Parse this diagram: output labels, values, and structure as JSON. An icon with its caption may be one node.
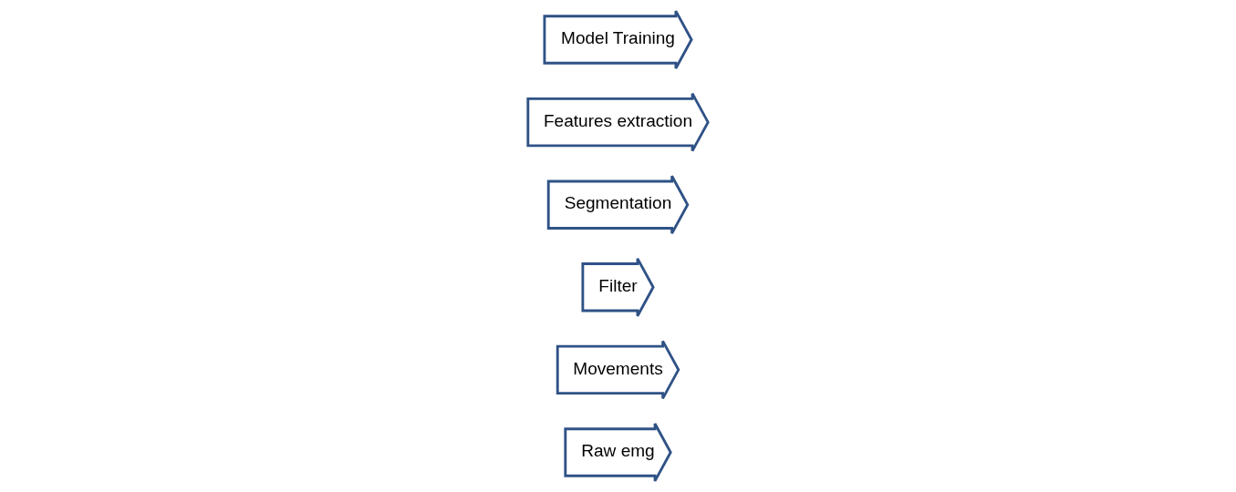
{
  "diagram": {
    "nodes": [
      {
        "text": [
          "Raw emg"
        ]
      },
      {
        "text": [
          "Movements"
        ]
      },
      {
        "text": [
          "Filter"
        ]
      },
      {
        "text": [
          "Segmentation"
        ]
      },
      {
        "text": [
          "Features extraction"
        ]
      },
      {
        "text": [
          "Model Training"
        ]
      }
    ]
  }
}
